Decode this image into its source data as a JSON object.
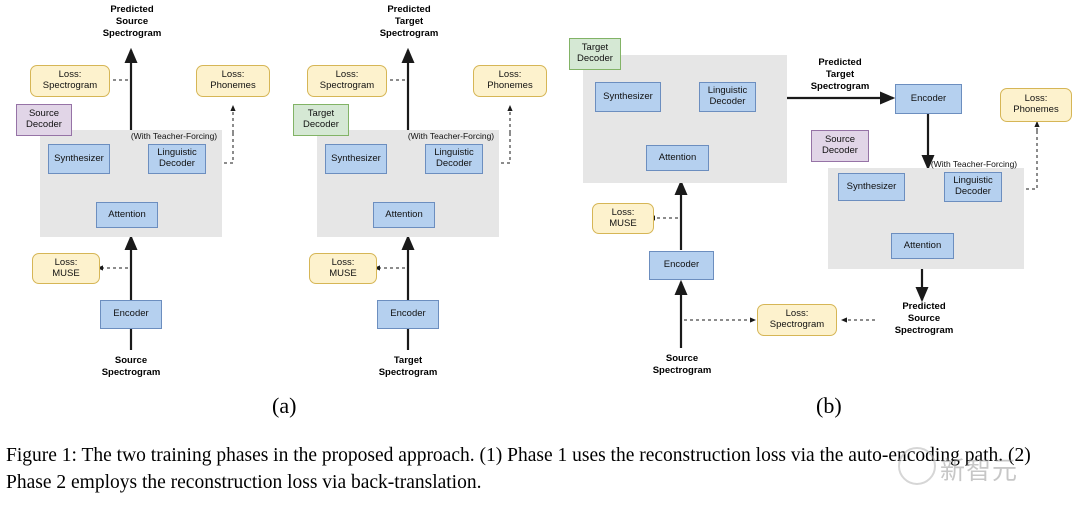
{
  "figure": {
    "caption": "Figure 1:  The two training phases in the proposed approach. (1) Phase 1 uses the reconstruction loss via the auto-encoding path. (2) Phase 2 employs the reconstruction loss via back-translation.",
    "panel_a_letter": "(a)",
    "panel_b_letter": "(b)"
  },
  "watermark": {
    "text": "新智元"
  },
  "colors": {
    "block_blue_fill": "#b5d0ef",
    "block_blue_border": "#6c8ebf",
    "loss_yellow_fill": "#fdf2cd",
    "loss_yellow_border": "#d6b656",
    "source_purple_fill": "#e1d5e7",
    "source_purple_border": "#9673a6",
    "target_green_fill": "#d5e8d4",
    "target_green_border": "#82b366",
    "panel_grey": "#e6e6e6",
    "wire": "#3f3f3f"
  },
  "panel_a": {
    "left": {
      "title": "Predicted\nSource\nSpectrogram",
      "decoder_tag": "Source\nDecoder",
      "teacher_forcing": "(With Teacher-Forcing)",
      "loss_spectrogram": "Loss:\nSpectrogram",
      "loss_phonemes": "Loss:\nPhonemes",
      "loss_muse": "Loss:\nMUSE",
      "synthesizer": "Synthesizer",
      "linguistic_decoder": "Linguistic\nDecoder",
      "attention": "Attention",
      "encoder": "Encoder",
      "input": "Source\nSpectrogram"
    },
    "right": {
      "title": "Predicted\nTarget\nSpectrogram",
      "decoder_tag": "Target\nDecoder",
      "teacher_forcing": "(With Teacher-Forcing)",
      "loss_spectrogram": "Loss:\nSpectrogram",
      "loss_phonemes": "Loss:\nPhonemes",
      "loss_muse": "Loss:\nMUSE",
      "synthesizer": "Synthesizer",
      "linguistic_decoder": "Linguistic\nDecoder",
      "attention": "Attention",
      "encoder": "Encoder",
      "input": "Target\nSpectrogram"
    }
  },
  "panel_b": {
    "top_block": {
      "decoder_tag": "Target\nDecoder",
      "synthesizer": "Synthesizer",
      "linguistic_decoder": "Linguistic\nDecoder",
      "attention": "Attention"
    },
    "bottom_block": {
      "decoder_tag": "Source\nDecoder",
      "teacher_forcing": "(With Teacher-Forcing)",
      "synthesizer": "Synthesizer",
      "linguistic_decoder": "Linguistic\nDecoder",
      "attention": "Attention"
    },
    "predicted_target": "Predicted\nTarget\nSpectrogram",
    "predicted_source": "Predicted\nSource\nSpectrogram",
    "encoder_left": "Encoder",
    "encoder_right": "Encoder",
    "loss_muse": "Loss:\nMUSE",
    "loss_phonemes": "Loss:\nPhonemes",
    "loss_spectrogram": "Loss:\nSpectrogram",
    "input": "Source\nSpectrogram"
  }
}
